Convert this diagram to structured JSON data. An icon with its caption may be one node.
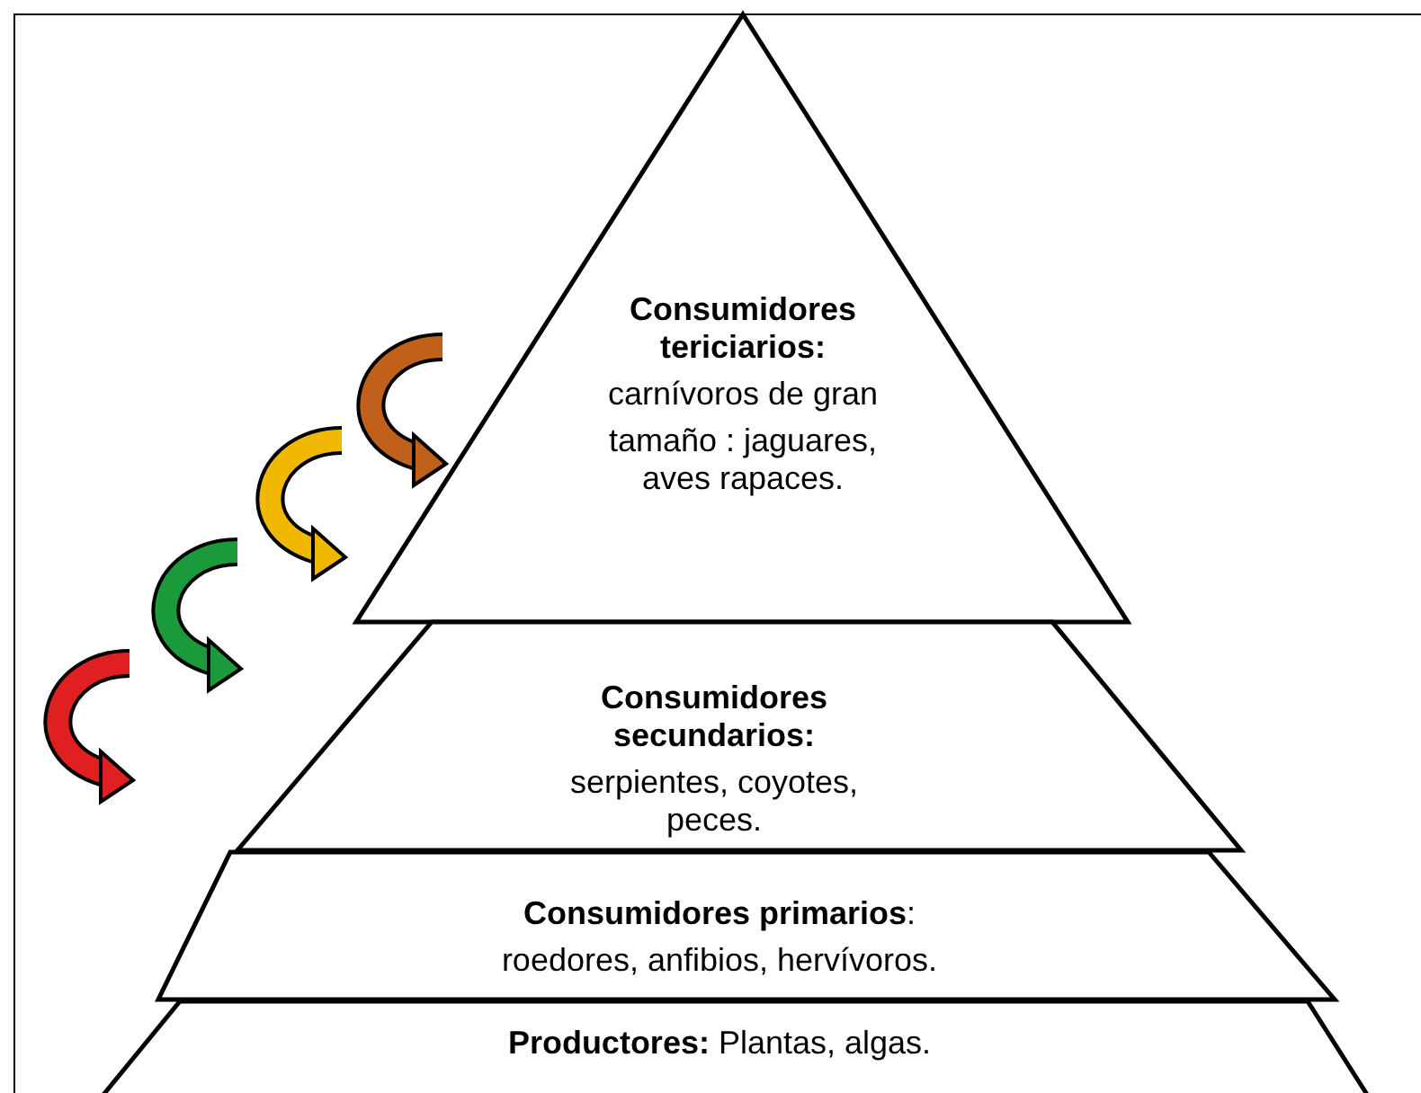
{
  "diagram": {
    "nodes": [
      {
        "text": [
          "Consumidores tericiarios:",
          "carnívoros de gran",
          "tamaño : jaguares, aves rapaces."
        ]
      },
      {
        "text": [
          "Consumidores secundarios:",
          "serpientes, coyotes, peces."
        ]
      },
      {
        "text": [
          "**Consumidores primarios**:",
          "roedores, anfibios, hervívoros."
        ]
      },
      {
        "text": [
          "**Productores:** Plantas, algas."
        ]
      }
    ]
  }
}
